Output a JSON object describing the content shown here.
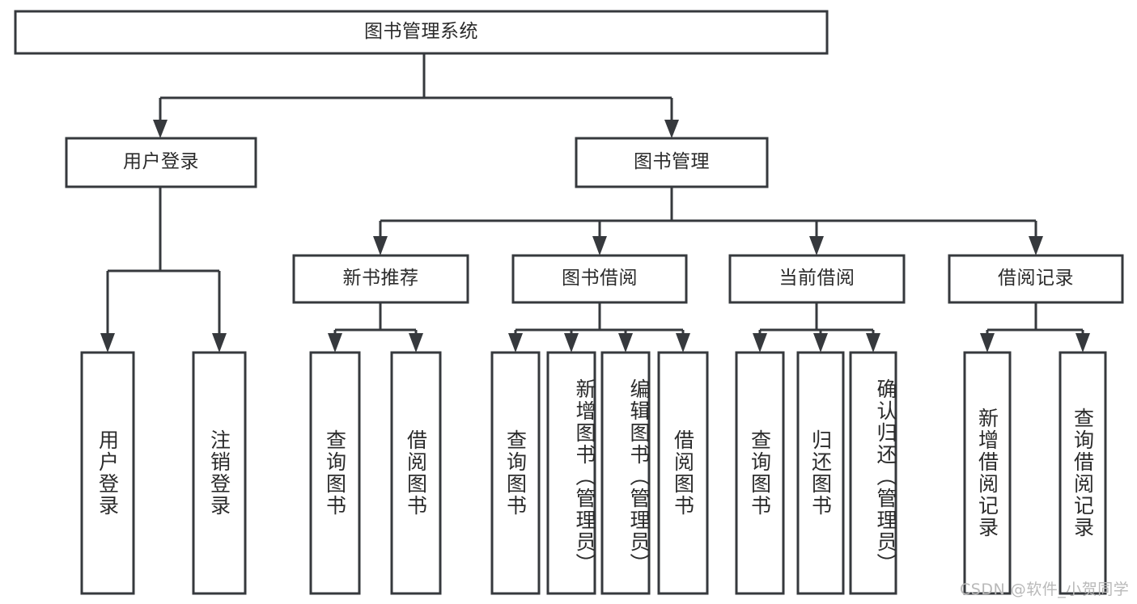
{
  "diagram": {
    "title": "图书管理系统",
    "type": "tree-hierarchy-chart",
    "root": {
      "id": "root",
      "label": "图书管理系统"
    },
    "level1": [
      {
        "id": "user-login",
        "label": "用户登录"
      },
      {
        "id": "book-manage",
        "label": "图书管理"
      }
    ],
    "level2": [
      {
        "id": "new-book-rec",
        "label": "新书推荐",
        "parent": "book-manage"
      },
      {
        "id": "book-borrow",
        "label": "图书借阅",
        "parent": "book-manage"
      },
      {
        "id": "current-borrow",
        "label": "当前借阅",
        "parent": "book-manage"
      },
      {
        "id": "borrow-record",
        "label": "借阅记录",
        "parent": "book-manage"
      }
    ],
    "leaves": [
      {
        "id": "leaf-user-login",
        "label": "用户登录",
        "parent": "user-login"
      },
      {
        "id": "leaf-logout",
        "label": "注销登录",
        "parent": "user-login"
      },
      {
        "id": "leaf-query-book-1",
        "label": "查询图书",
        "parent": "new-book-rec"
      },
      {
        "id": "leaf-borrow-book-1",
        "label": "借阅图书",
        "parent": "new-book-rec"
      },
      {
        "id": "leaf-query-book-2",
        "label": "查询图书",
        "parent": "book-borrow"
      },
      {
        "id": "leaf-add-book",
        "label": "新增图书（管理员）",
        "parent": "book-borrow"
      },
      {
        "id": "leaf-edit-book",
        "label": "编辑图书（管理员）",
        "parent": "book-borrow"
      },
      {
        "id": "leaf-borrow-book-2",
        "label": "借阅图书",
        "parent": "book-borrow"
      },
      {
        "id": "leaf-query-book-3",
        "label": "查询图书",
        "parent": "current-borrow"
      },
      {
        "id": "leaf-return-book",
        "label": "归还图书",
        "parent": "current-borrow"
      },
      {
        "id": "leaf-confirm-return",
        "label": "确认归还（管理员）",
        "parent": "current-borrow"
      },
      {
        "id": "leaf-add-record",
        "label": "新增借阅记录",
        "parent": "borrow-record"
      },
      {
        "id": "leaf-query-record",
        "label": "查询借阅记录",
        "parent": "borrow-record"
      }
    ],
    "colors": {
      "stroke": "#36393d",
      "fill": "#ffffff",
      "text": "#2b2b2b",
      "background": "#ffffff",
      "watermark": "#b9b9b9"
    }
  },
  "watermark": {
    "text": "CSDN @软件_小贺同学"
  }
}
